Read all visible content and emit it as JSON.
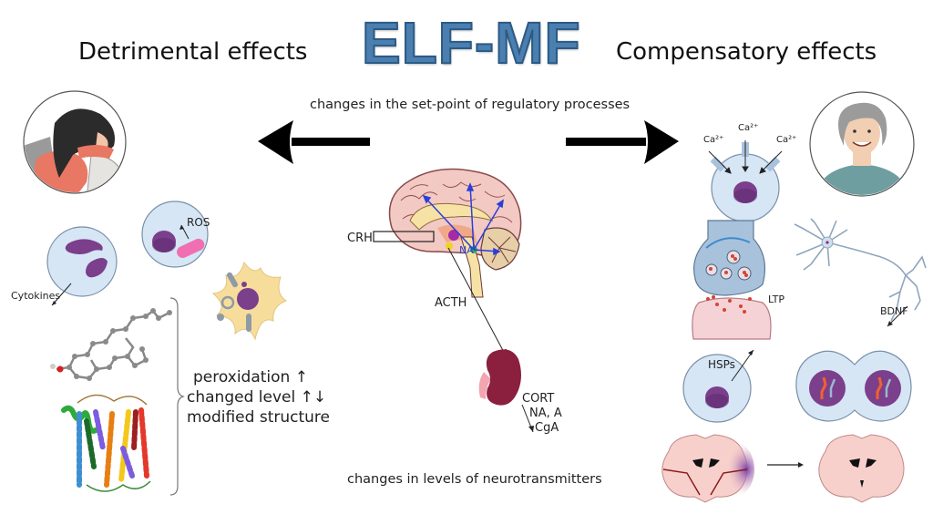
{
  "title": "ELF-MF",
  "left_heading": "Detrimental effects",
  "right_heading": "Compensatory effects",
  "top_caption": "changes in the set-point of regulatory processes",
  "bottom_caption": "changes in levels of neurotransmitters",
  "brain": {
    "labels": {
      "crh": "CRH",
      "na": "NA",
      "acth": "ACTH"
    }
  },
  "adrenal": {
    "outputs": [
      "CORT",
      "NA, A",
      "CgA"
    ]
  },
  "left_panel": {
    "ros_label": "ROS",
    "cytokines_label": "Cytokines",
    "effects": [
      "peroxidation ↑",
      "changed level ↑↓",
      "modified structure"
    ]
  },
  "right_panel": {
    "calcium_labels": [
      "Ca²⁺",
      "Ca²⁺",
      "Ca²⁺"
    ],
    "ltp_label": "LTP",
    "bdnf_label": "BDNF",
    "hsps_label": "HSPs"
  },
  "colors": {
    "title_blue": "#4a7fb0",
    "cell_blue": "#d6e6f5",
    "nucleus_purple": "#7b3f8c",
    "brain_pink": "#f3c9c3",
    "kidney": "#8a1f3e"
  }
}
